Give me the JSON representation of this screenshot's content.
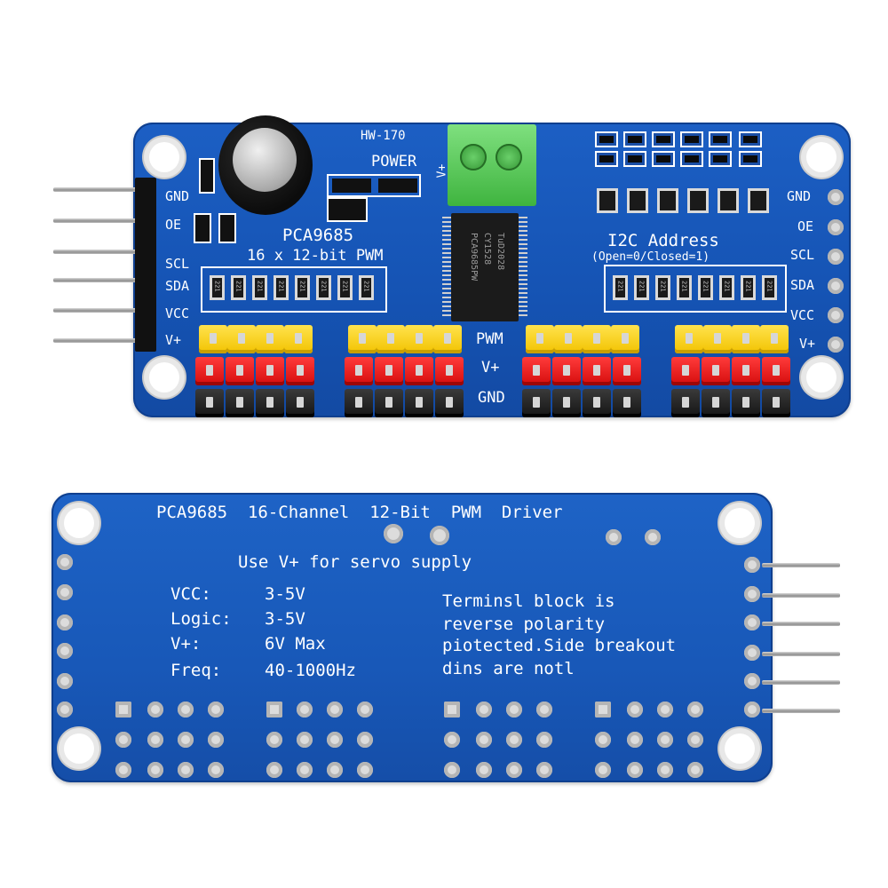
{
  "top_board": {
    "model_label": "HW-170",
    "power_label": "POWER",
    "chip_name": "PCA9685",
    "chip_desc": "16 x 12-bit PWM",
    "address_title": "I2C Address",
    "address_note": "(Open=0/Closed=1)",
    "vplus_vertical": "V+",
    "left_pins": [
      "GND",
      "OE",
      "SCL",
      "SDA",
      "VCC",
      "V+"
    ],
    "right_pins": [
      "GND",
      "OE",
      "SCL",
      "SDA",
      "VCC",
      "V+"
    ],
    "row_labels": [
      "PWM",
      "V+",
      "GND"
    ],
    "ic_marking": [
      "PCA9685PW",
      "CY1528",
      "TuD2028"
    ]
  },
  "bottom_board": {
    "title": "PCA9685  16-Channel  12-Bit  PWM  Driver",
    "subtitle": "Use V+ for servo supply",
    "specs": [
      {
        "key": "VCC:",
        "value": "3-5V"
      },
      {
        "key": "Logic:",
        "value": "3-5V"
      },
      {
        "key": "V+:",
        "value": "6V Max"
      },
      {
        "key": "Freq:",
        "value": "40-1000Hz"
      }
    ],
    "note_lines": [
      "Terminsl block is",
      "reverse polarity",
      "piotected.Side breakout",
      "dins are notl"
    ]
  },
  "colors": {
    "pcb_blue": "#1858b8",
    "header_yellow": "#f2c200",
    "header_red": "#d40c0c",
    "header_black": "#141414",
    "terminal_green": "#4cc24c"
  },
  "icons": [
    "mounting-hole",
    "header-pin",
    "electrolytic-capacitor",
    "terminal-block"
  ]
}
